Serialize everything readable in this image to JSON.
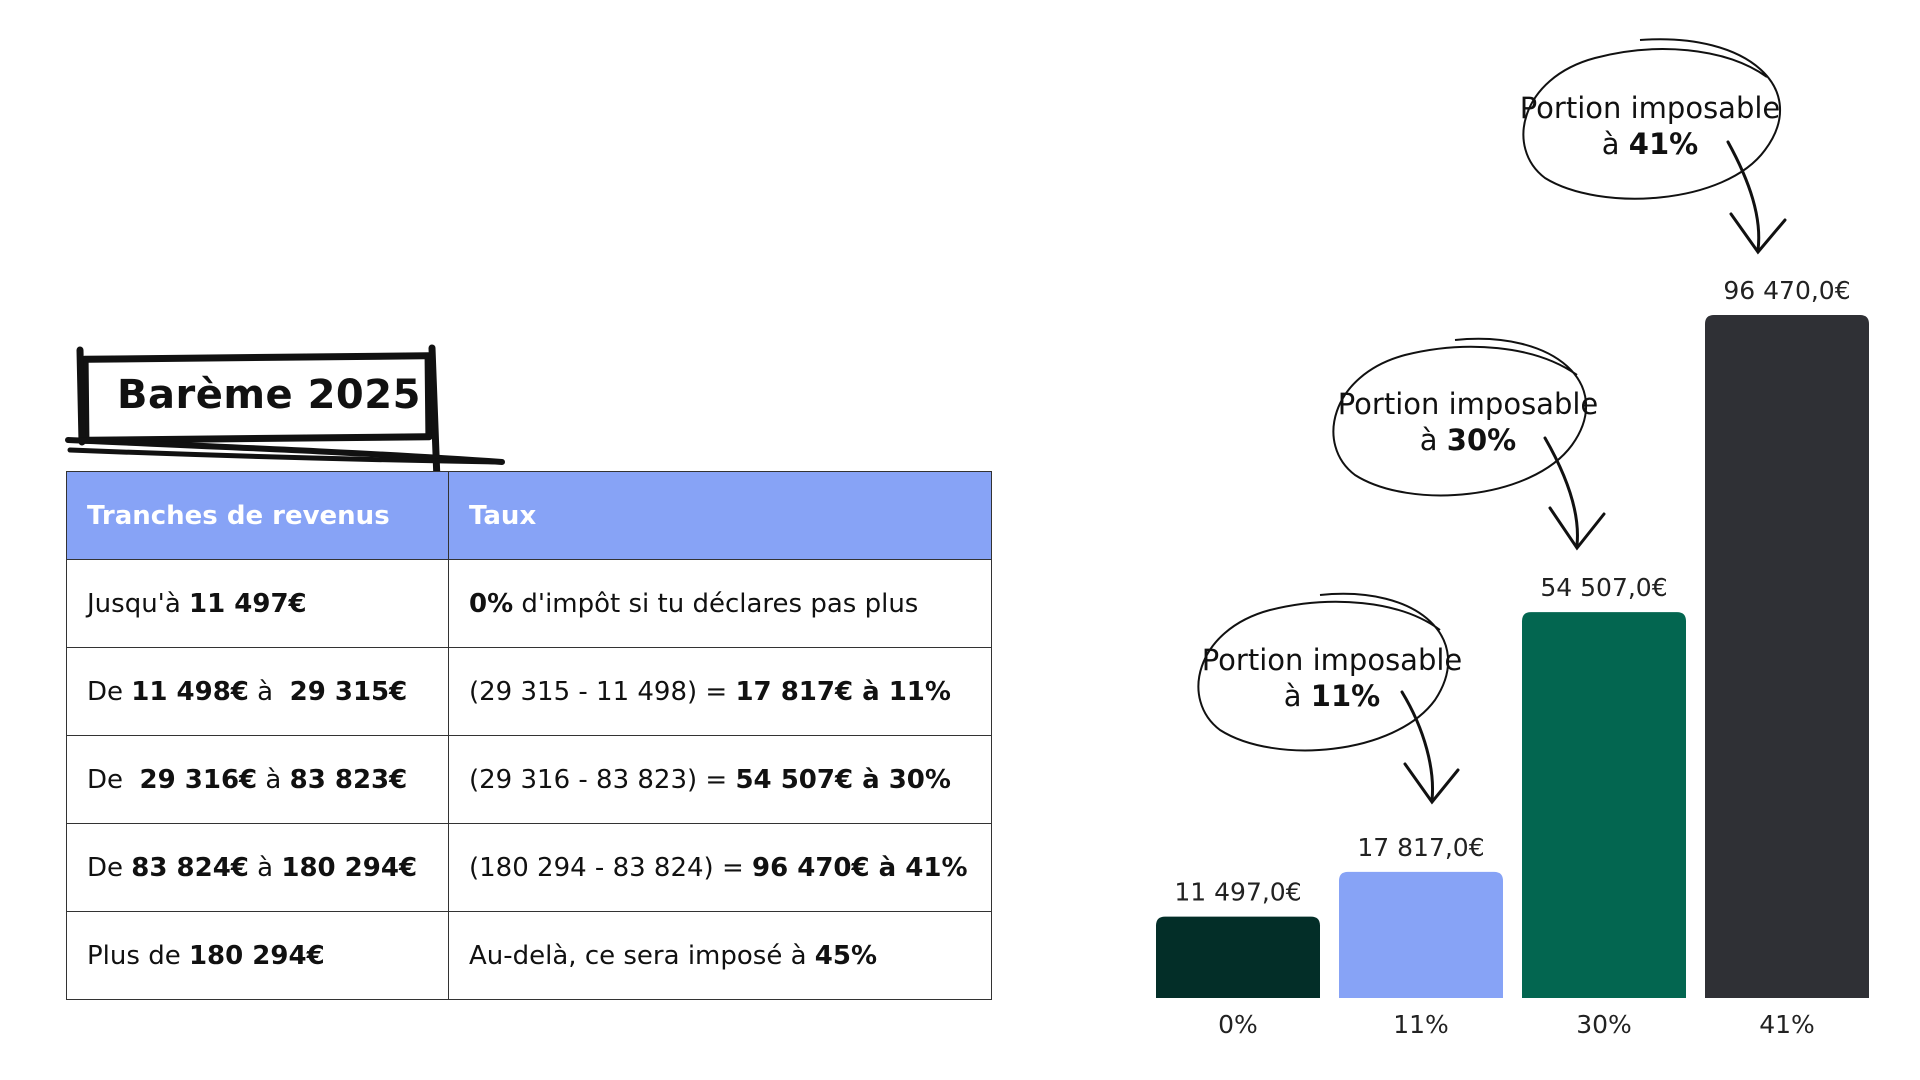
{
  "title": "Barème 2025",
  "table": {
    "headers": [
      "Tranches de revenus",
      "Taux"
    ],
    "rows": [
      {
        "c1": [
          {
            "t": "Jusqu'à ",
            "b": false
          },
          {
            "t": "11 497€",
            "b": true
          }
        ],
        "c2": [
          {
            "t": "0%",
            "b": true
          },
          {
            "t": " d'impôt si tu déclares pas plus",
            "b": false
          }
        ]
      },
      {
        "c1": [
          {
            "t": "De ",
            "b": false
          },
          {
            "t": "11 498€",
            "b": true
          },
          {
            "t": " à  ",
            "b": false
          },
          {
            "t": "29 315€",
            "b": true
          }
        ],
        "c2": [
          {
            "t": "(29 315 - 11 498) = ",
            "b": false
          },
          {
            "t": "17 817€ à 11%",
            "b": true
          }
        ]
      },
      {
        "c1": [
          {
            "t": "De  ",
            "b": false
          },
          {
            "t": "29 316€",
            "b": true
          },
          {
            "t": " à ",
            "b": false
          },
          {
            "t": "83 823€",
            "b": true
          }
        ],
        "c2": [
          {
            "t": "(29 316 - 83 823) = ",
            "b": false
          },
          {
            "t": "54 507€ à 30%",
            "b": true
          }
        ]
      },
      {
        "c1": [
          {
            "t": "De ",
            "b": false
          },
          {
            "t": "83 824€",
            "b": true
          },
          {
            "t": " à ",
            "b": false
          },
          {
            "t": "180 294€",
            "b": true
          }
        ],
        "c2": [
          {
            "t": "(180 294 - 83 824) = ",
            "b": false
          },
          {
            "t": "96 470€ à 41%",
            "b": true
          }
        ]
      },
      {
        "c1": [
          {
            "t": "Plus de ",
            "b": false
          },
          {
            "t": "180 294€",
            "b": true
          }
        ],
        "c2": [
          {
            "t": "Au-delà, ce sera imposé à ",
            "b": false
          },
          {
            "t": "45%",
            "b": true
          }
        ]
      }
    ]
  },
  "annotations": [
    {
      "line1": "Portion imposable",
      "prefix": "à ",
      "rate": "11%"
    },
    {
      "line1": "Portion imposable",
      "prefix": "à ",
      "rate": "30%"
    },
    {
      "line1": "Portion imposable",
      "prefix": "à ",
      "rate": "41%"
    }
  ],
  "chart_data": {
    "type": "bar",
    "categories": [
      "0%",
      "11%",
      "30%",
      "41%"
    ],
    "values": [
      11497.0,
      17817.0,
      54507.0,
      96470.0
    ],
    "value_labels": [
      "11 497,0€",
      "17 817,0€",
      "54 507,0€",
      "96 470,0€"
    ],
    "colors": [
      "#032e28",
      "#87a3f6",
      "#036650",
      "#2f3035"
    ],
    "ylim": [
      0,
      96470.0
    ],
    "grid": false,
    "title": "",
    "xlabel": "",
    "ylabel": ""
  }
}
